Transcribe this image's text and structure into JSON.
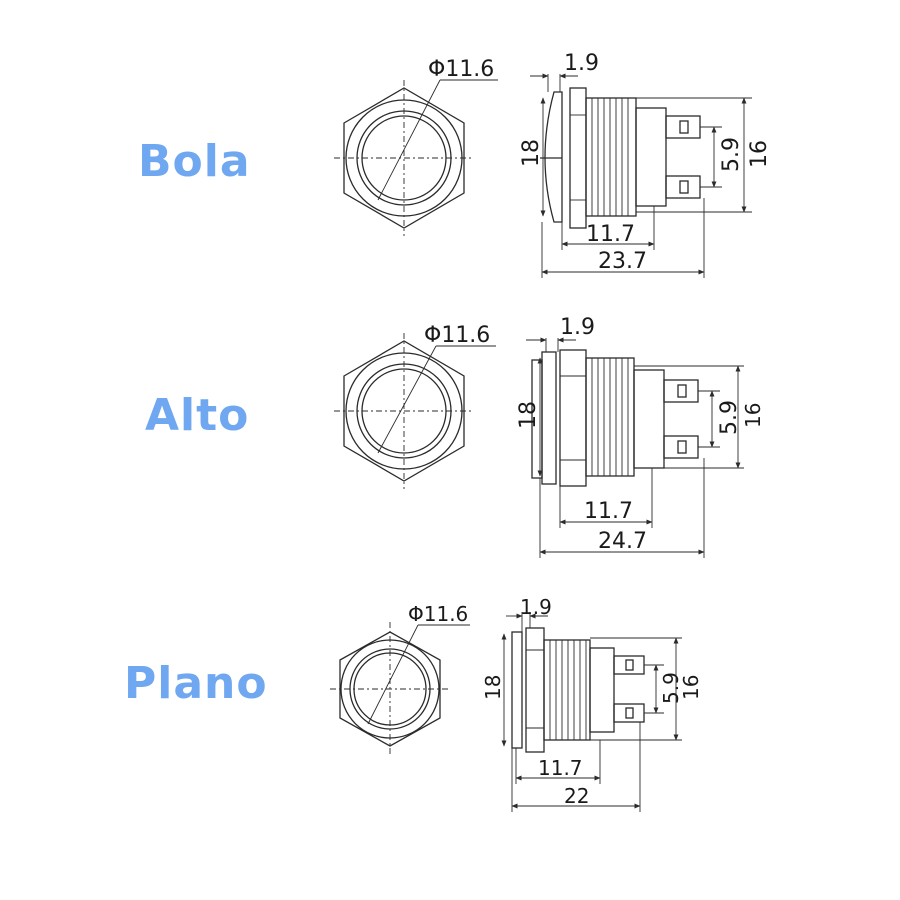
{
  "switches": [
    {
      "name": "Bola",
      "diameter": "Φ11.6",
      "bezel_thickness": "1.9",
      "height": "18",
      "pin_spacing": "5.9",
      "body_height": "16",
      "thread_length": "11.7",
      "total_length": "23.7"
    },
    {
      "name": "Alto",
      "diameter": "Φ11.6",
      "bezel_thickness": "1.9",
      "height": "18",
      "pin_spacing": "5.9",
      "body_height": "16",
      "thread_length": "11.7",
      "total_length": "24.7"
    },
    {
      "name": "Plano",
      "diameter": "Φ11.6",
      "bezel_thickness": "1.9",
      "height": "18",
      "pin_spacing": "5.9",
      "body_height": "16",
      "thread_length": "11.7",
      "total_length": "22"
    }
  ]
}
